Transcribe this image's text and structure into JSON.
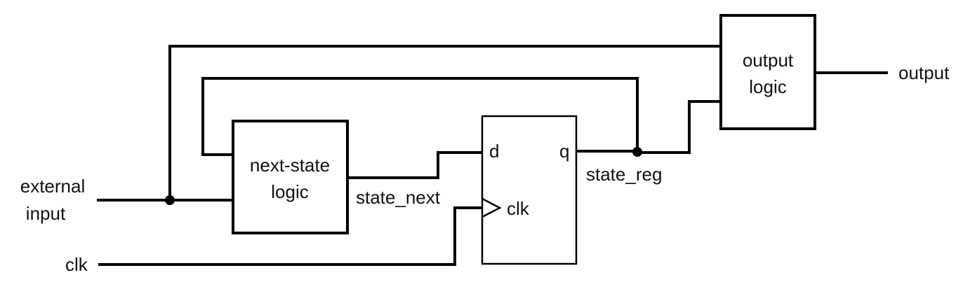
{
  "blocks": {
    "next_state": {
      "line1": "next-state",
      "line2": "logic"
    },
    "output_logic": {
      "line1": "output",
      "line2": "logic"
    },
    "register": {
      "d": "d",
      "q": "q",
      "clk": "clk"
    }
  },
  "signals": {
    "external_input_line1": "external",
    "external_input_line2": "input",
    "clk": "clk",
    "state_next": "state_next",
    "state_reg": "state_reg",
    "output": "output"
  }
}
